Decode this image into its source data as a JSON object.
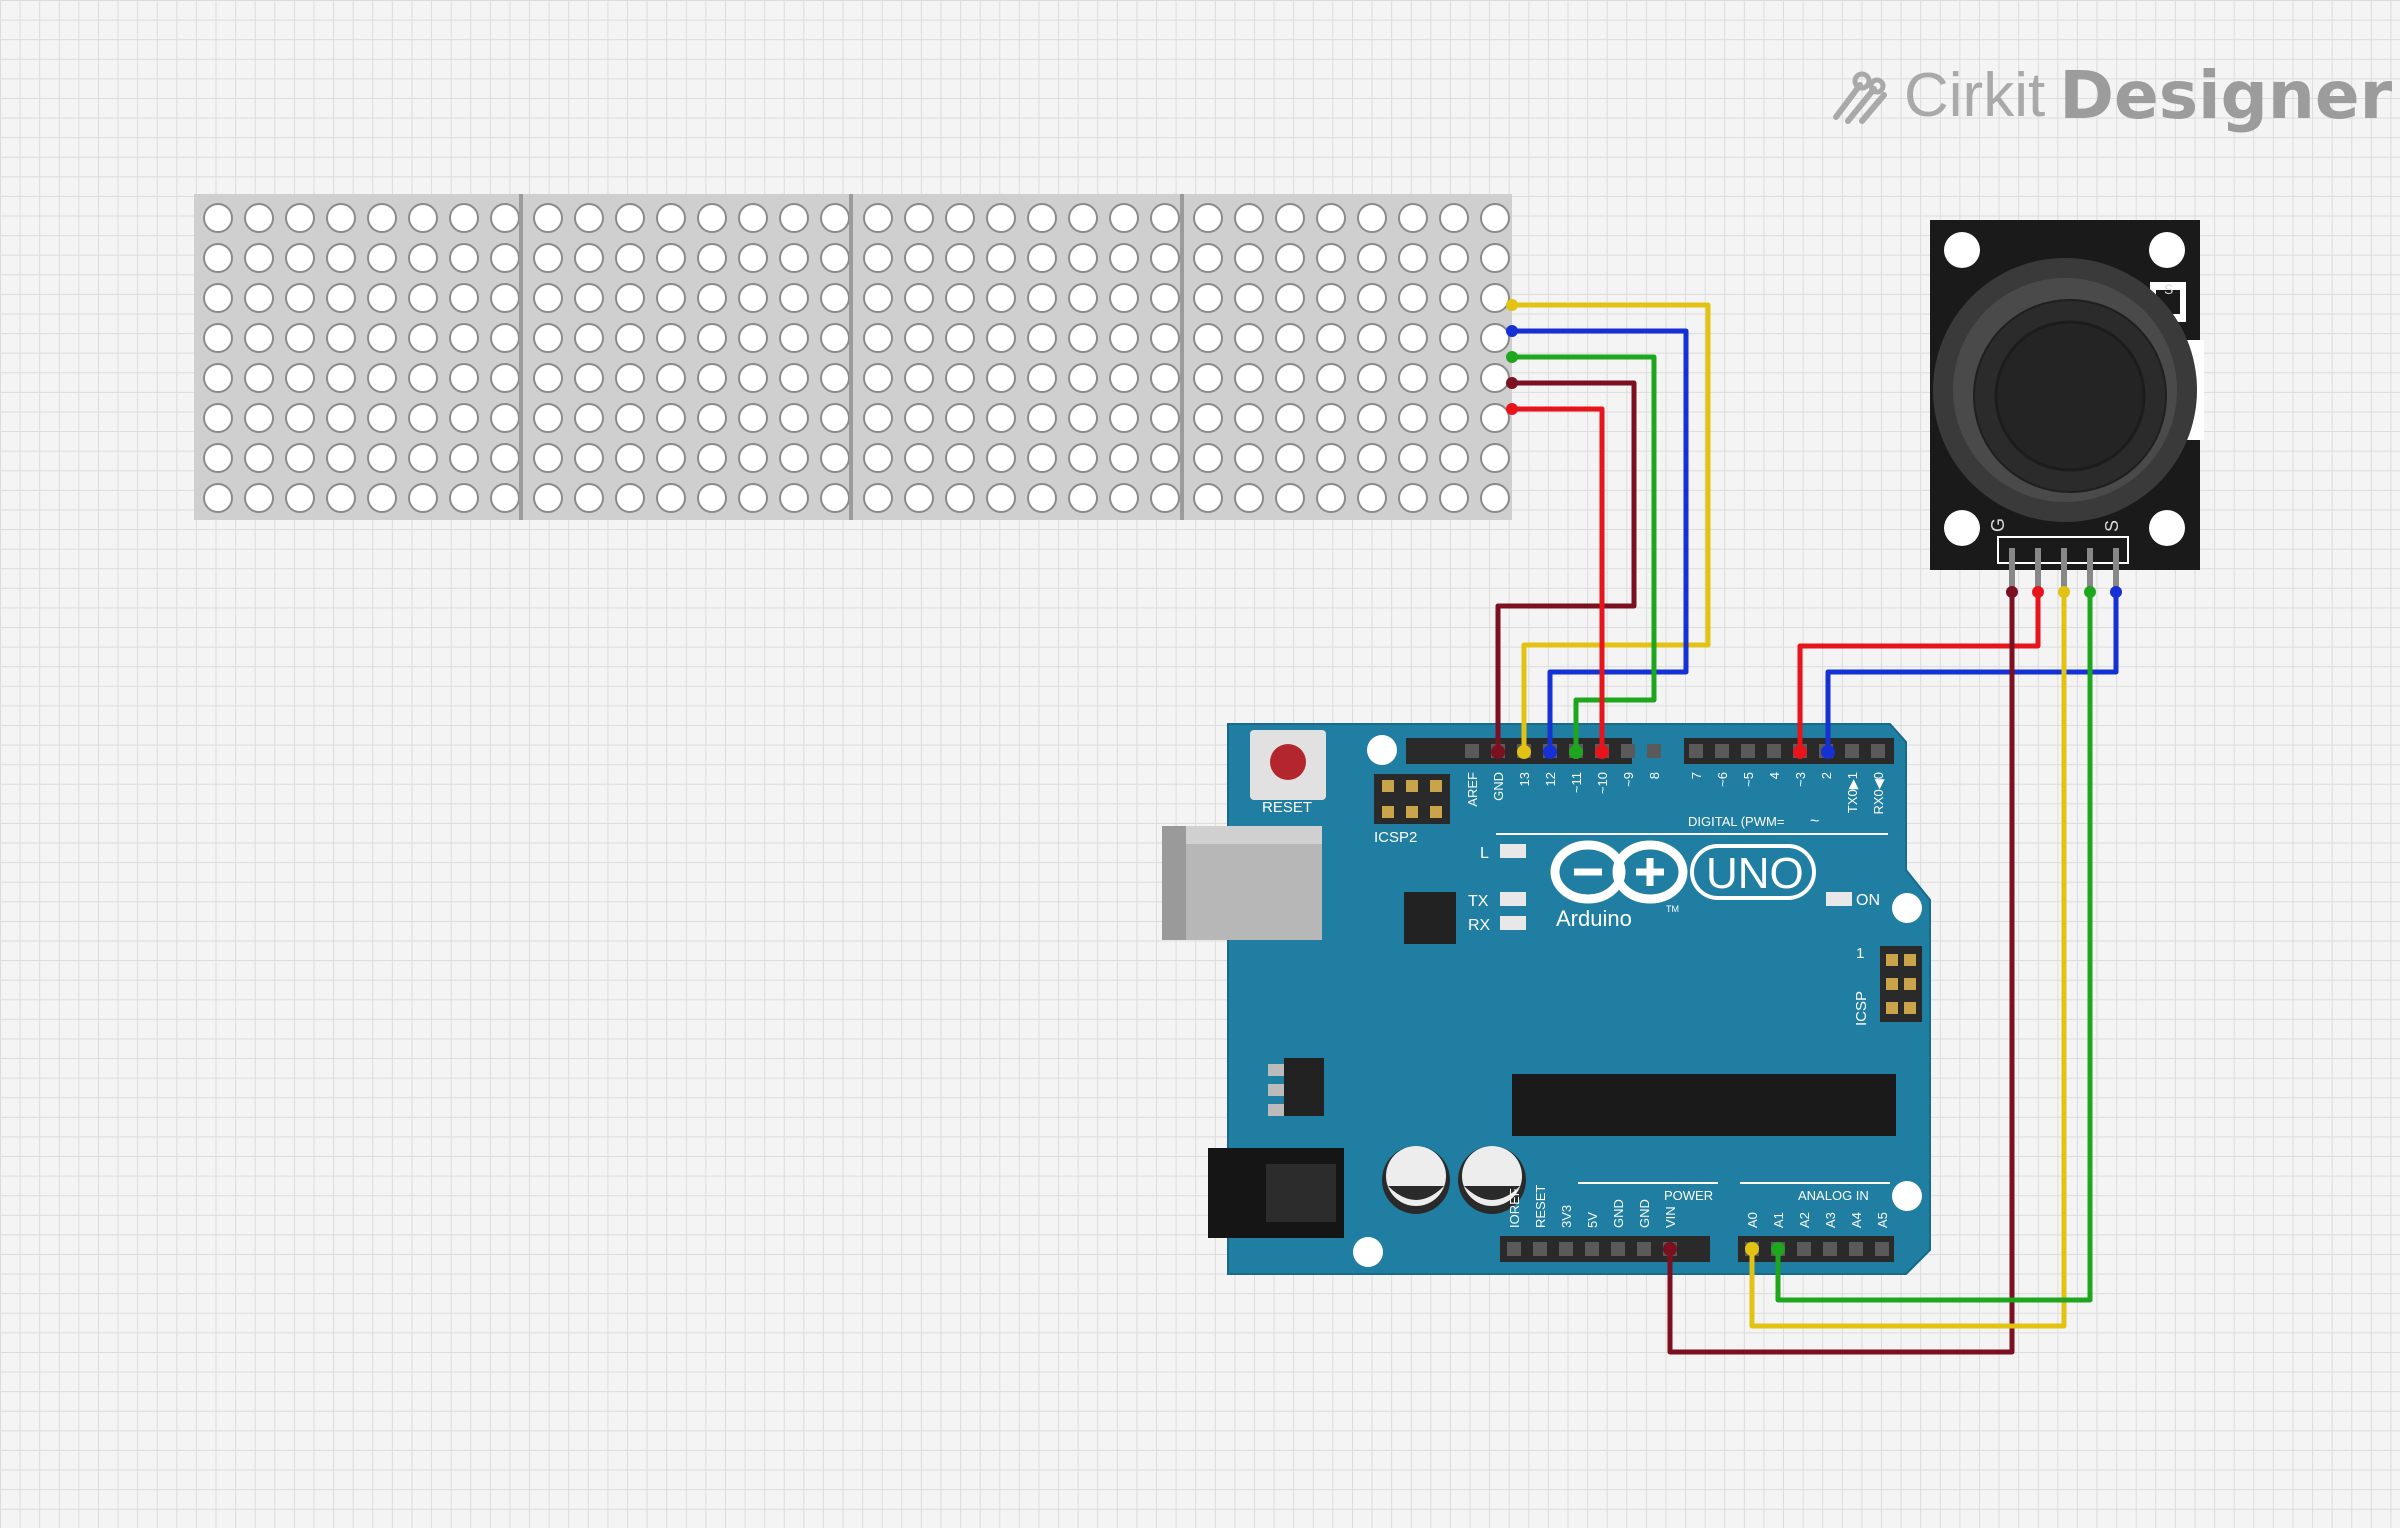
{
  "app": {
    "brand_prefix": "Cirkit",
    "brand_name": "Designer"
  },
  "colors": {
    "wire_red": "#e8141b",
    "wire_darkred": "#7a1020",
    "wire_yellow": "#e2c313",
    "wire_blue": "#1530d4",
    "wire_green": "#1ea61e",
    "arduino_board": "#1f7ea1",
    "joystick_board": "#1a1a1a",
    "matrix_bg": "#cfcfcf"
  },
  "arduino": {
    "reset_label": "RESET",
    "icsp2_label": "ICSP2",
    "icsp_label": "ICSP",
    "icsp_pin1": "1",
    "led_l": "L",
    "led_tx": "TX",
    "led_rx": "RX",
    "led_on": "ON",
    "logo_text": "Arduino",
    "model": "UNO",
    "tm": "TM",
    "digital_label": "DIGITAL (PWM=",
    "digital_tilde": "~",
    "power_label": "POWER",
    "analog_label": "ANALOG IN",
    "header_left_pins": [
      "AREF",
      "GND",
      "13",
      "12",
      "~11",
      "~10",
      "~9",
      "8"
    ],
    "header_right_pins": [
      "7",
      "~6",
      "~5",
      "4",
      "~3",
      "2",
      "TX0▶1",
      "RX0◀0"
    ],
    "power_pins": [
      "IOREF",
      "RESET",
      "3V3",
      "5V",
      "GND",
      "GND",
      "VIN"
    ],
    "analog_pins": [
      "A0",
      "A1",
      "A2",
      "A3",
      "A4",
      "A5"
    ]
  },
  "joystick": {
    "pin_label_left": "G",
    "pin_label_right": "S",
    "corner_text": "S"
  }
}
